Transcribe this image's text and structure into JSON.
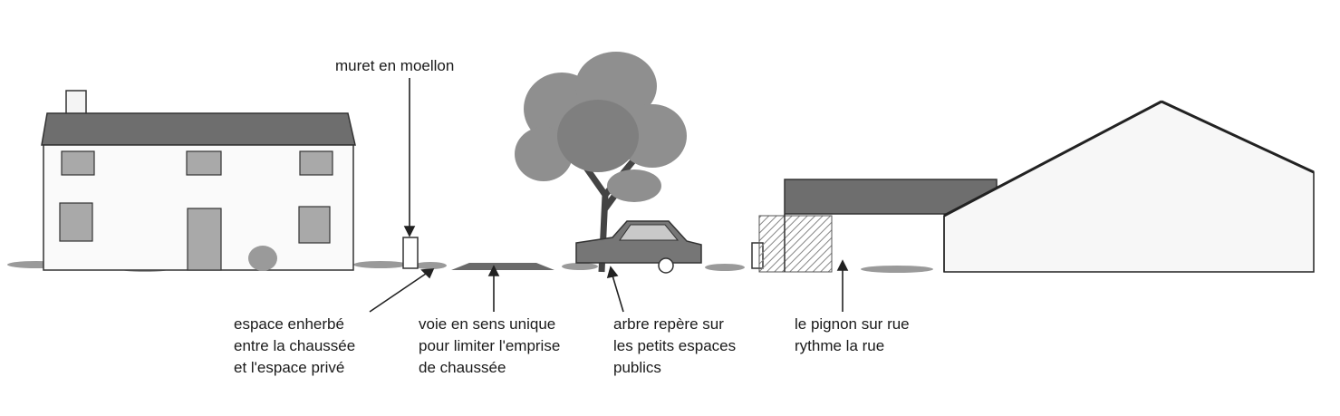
{
  "labels": {
    "muret": [
      "muret en moellon"
    ],
    "espace": [
      "espace enherbé",
      "entre la chaussée",
      "et l'espace privé"
    ],
    "voie": [
      "voie en sens unique",
      "pour limiter l'emprise",
      "de chaussée"
    ],
    "arbre": [
      "arbre repère sur",
      "les petits espaces",
      "publics"
    ],
    "pignon": [
      "le pignon sur rue",
      "rythme la rue"
    ]
  },
  "colors": {
    "roof": "#6e6e6e",
    "window": "#a9a9a9",
    "foliage": "#8f8f8f",
    "car": "#767676",
    "ink": "#222222"
  }
}
